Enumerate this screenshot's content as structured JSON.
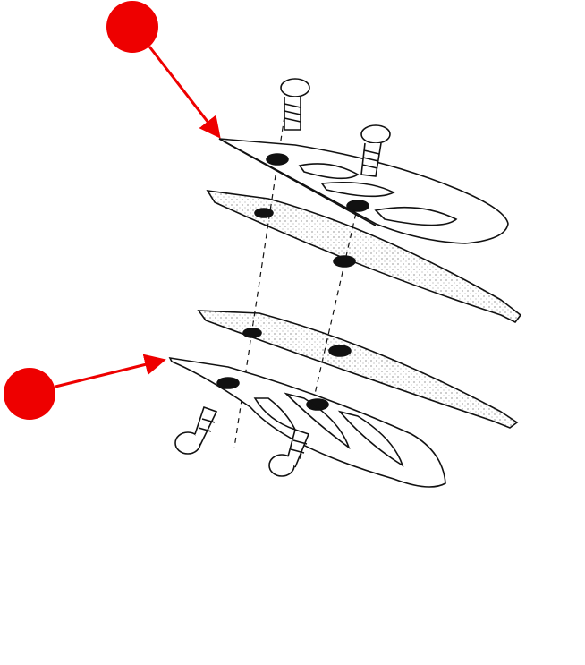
{
  "diagram": {
    "subject": "exploded-view-reed-valve-assembly",
    "marker_color": "#ee0000",
    "line_color": "#111111",
    "markers": [
      {
        "id": "marker-1",
        "points_to": "upper-reed-stopper-plate"
      },
      {
        "id": "marker-2",
        "points_to": "lower-reed-stopper-plate"
      }
    ],
    "parts": [
      "upper-stopper-plate",
      "upper-reed-petal",
      "lower-reed-petal",
      "lower-stopper-plate",
      "screw",
      "screw",
      "screw",
      "screw"
    ]
  }
}
